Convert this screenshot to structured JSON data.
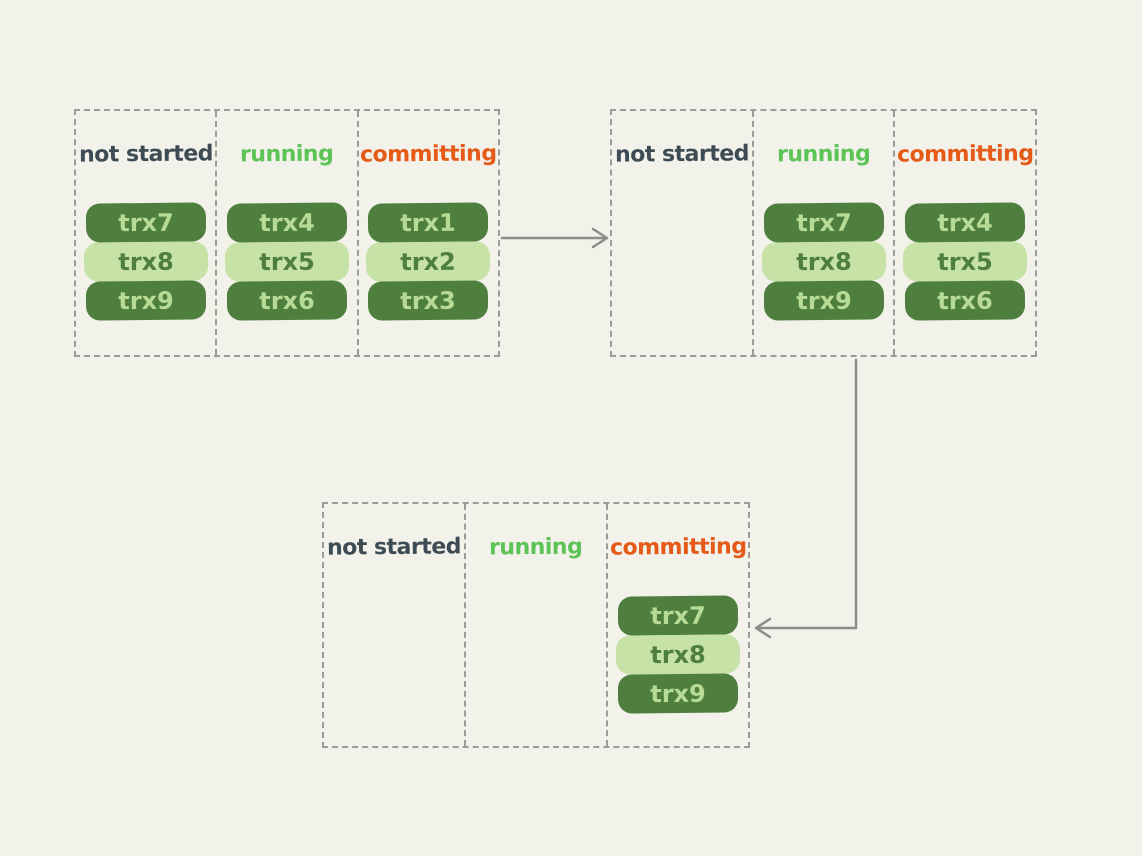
{
  "title": "transaction state transition diagram",
  "colors": {
    "background": "#f2f1ea",
    "border": "#9c9c97",
    "arrow": "#8d8d88",
    "header_not_started": "#3d4b54",
    "header_running": "#5cc356",
    "header_committing": "#e45a16",
    "pill_dark": "#4e7f3e",
    "pill_light": "#c7e2a7",
    "pill_text_on_dark": "#b7da94",
    "pill_text_on_light": "#4e7f3e"
  },
  "arrows": [
    {
      "name": "state-1-to-state-2",
      "direction": "right"
    },
    {
      "name": "state-2-to-state-3",
      "direction": "down-left"
    }
  ],
  "panels": [
    {
      "name": "state-1",
      "columns": [
        {
          "header": "not started",
          "pills": [
            {
              "label": "trx7",
              "variant": "dark"
            },
            {
              "label": "trx8",
              "variant": "light"
            },
            {
              "label": "trx9",
              "variant": "dark"
            }
          ]
        },
        {
          "header": "running",
          "pills": [
            {
              "label": "trx4",
              "variant": "dark"
            },
            {
              "label": "trx5",
              "variant": "light"
            },
            {
              "label": "trx6",
              "variant": "dark"
            }
          ]
        },
        {
          "header": "committing",
          "pills": [
            {
              "label": "trx1",
              "variant": "dark"
            },
            {
              "label": "trx2",
              "variant": "light"
            },
            {
              "label": "trx3",
              "variant": "dark"
            }
          ]
        }
      ]
    },
    {
      "name": "state-2",
      "columns": [
        {
          "header": "not started",
          "pills": []
        },
        {
          "header": "running",
          "pills": [
            {
              "label": "trx7",
              "variant": "dark"
            },
            {
              "label": "trx8",
              "variant": "light"
            },
            {
              "label": "trx9",
              "variant": "dark"
            }
          ]
        },
        {
          "header": "committing",
          "pills": [
            {
              "label": "trx4",
              "variant": "dark"
            },
            {
              "label": "trx5",
              "variant": "light"
            },
            {
              "label": "trx6",
              "variant": "dark"
            }
          ]
        }
      ]
    },
    {
      "name": "state-3",
      "columns": [
        {
          "header": "not started",
          "pills": []
        },
        {
          "header": "running",
          "pills": []
        },
        {
          "header": "committing",
          "pills": [
            {
              "label": "trx7",
              "variant": "dark"
            },
            {
              "label": "trx8",
              "variant": "light"
            },
            {
              "label": "trx9",
              "variant": "dark"
            }
          ]
        }
      ]
    }
  ]
}
